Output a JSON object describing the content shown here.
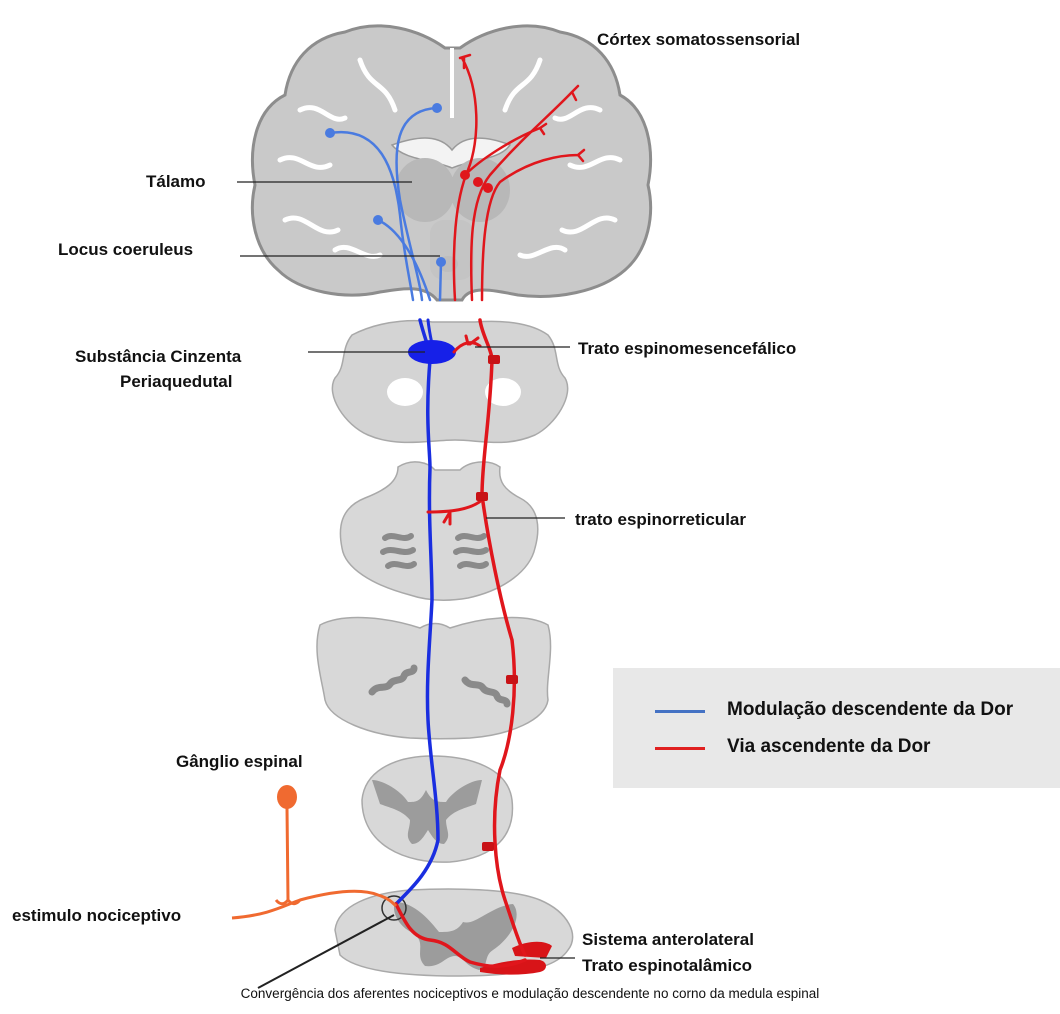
{
  "labels": {
    "cortex": "Córtex somatossensorial",
    "thalamus": "Tálamo",
    "locus": "Locus coeruleus",
    "pag_line1": "Substância Cinzenta",
    "pag_line2": "Periaquedutal",
    "spinomesencephalic": "Trato espinomesencefálico",
    "spinoreticular": "trato espinorreticular",
    "ganglion": "Gânglio espinal",
    "stimulus": "estimulo nociceptivo",
    "anterolateral_line1": "Sistema anterolateral",
    "anterolateral_line2": "Trato espinotalâmico"
  },
  "legend": {
    "items": [
      {
        "label": "Modulação descendente da Dor",
        "color": "#4472c4"
      },
      {
        "label": "Via ascendente da Dor",
        "color": "#e02020"
      }
    ]
  },
  "caption": "Convergência dos aferentes nociceptivos e modulação descendente no corno da medula espinal",
  "colors": {
    "descending": "#1a2ee0",
    "descending_light": "#4a7be0",
    "ascending": "#e0161c",
    "afferent": "#f06a30",
    "tissue": "#d6d6d6",
    "tissue_dark": "#9a9a9a"
  }
}
